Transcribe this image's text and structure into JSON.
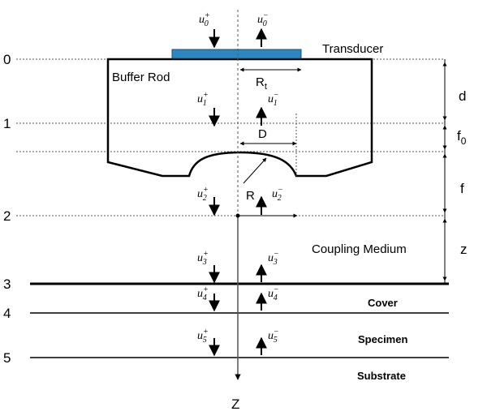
{
  "labels": {
    "transducer": "Transducer",
    "buffer_rod": "Buffer Rod",
    "coupling_medium": "Coupling Medium",
    "cover": "Cover",
    "specimen": "Specimen",
    "substrate": "Substrate",
    "z_axis": "Z"
  },
  "planes": [
    "0",
    "1",
    "2",
    "3",
    "4",
    "5"
  ],
  "dimensions": {
    "rt_main": "R",
    "rt_sub": "t",
    "d_small": "D",
    "r_curv": "R",
    "d": "d",
    "f0_main": "f",
    "f0_sub": "0",
    "f": "f",
    "z": "z"
  },
  "waves": [
    {
      "sub": "0",
      "up": "+",
      "down": "−"
    },
    {
      "sub": "1",
      "up": "+",
      "down": "−"
    },
    {
      "sub": "2",
      "up": "+",
      "down": "−"
    },
    {
      "sub": "3",
      "up": "+",
      "down": "−"
    },
    {
      "sub": "4",
      "up": "+",
      "down": "−"
    },
    {
      "sub": "5",
      "up": "+",
      "down": "−"
    }
  ],
  "wave_symbol": "u",
  "colors": {
    "transducer_fill": "#2e86c1",
    "line": "#000000"
  }
}
